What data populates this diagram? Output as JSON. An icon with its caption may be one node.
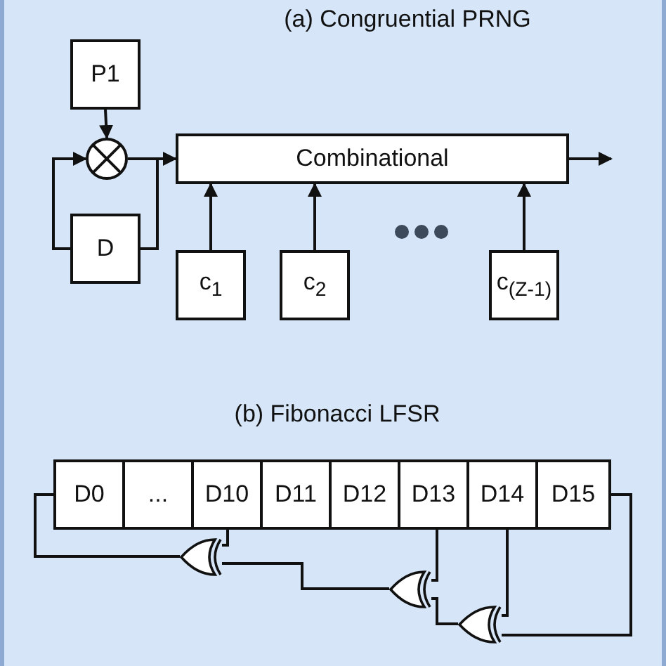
{
  "diagram": {
    "title": "(a) Congruential PRNG",
    "nodes": [
      {
        "text": [
          "P1"
        ]
      },
      {
        "text": [],
        "shape": "circle"
      },
      {
        "text": [
          "D"
        ]
      },
      {
        "text": [
          "Combinational"
        ]
      },
      {
        "text": [
          "c$_{1}$"
        ]
      },
      {
        "text": [
          "c$_{2}$"
        ]
      },
      {
        "text": [
          "c$_{(Z-1)}$"
        ]
      },
      {
        "text": [
          "D0"
        ]
      },
      {
        "text": [
          "..."
        ]
      },
      {
        "text": [
          "D10"
        ]
      },
      {
        "text": [
          "D11"
        ]
      },
      {
        "text": [
          "D12"
        ]
      },
      {
        "text": [
          "D13"
        ]
      },
      {
        "text": [
          "D14"
        ]
      },
      {
        "text": [
          "D15"
        ]
      },
      {
        "text": [],
        "shape": "gate"
      },
      {
        "text": [],
        "shape": "gate"
      },
      {
        "text": [],
        "shape": "gate"
      }
    ],
    "edges": [
      {
        "from": 0,
        "to": 1,
        "arrow": "to"
      },
      {
        "from": 1,
        "to": 2,
        "arrow": "none"
      },
      {
        "from": 2,
        "to": 1,
        "arrow": "to"
      },
      {
        "from": 1,
        "to": 3,
        "arrow": "to"
      },
      {
        "from": 4,
        "to": 3,
        "arrow": "to"
      },
      {
        "from": 5,
        "to": 3,
        "arrow": "to"
      },
      {
        "from": 6,
        "to": 3,
        "arrow": "to"
      },
      {
        "from": 3,
        "to": null,
        "arrow": "to"
      },
      {
        "from": 9,
        "to": 15,
        "arrow": "none"
      },
      {
        "from": 15,
        "to": 7,
        "arrow": "none"
      },
      {
        "from": 16,
        "to": 15,
        "arrow": "none"
      },
      {
        "from": 12,
        "to": 16,
        "arrow": "none"
      },
      {
        "from": 17,
        "to": 16,
        "arrow": "none"
      },
      {
        "from": 13,
        "to": 17,
        "arrow": "none"
      },
      {
        "from": 14,
        "to": 17,
        "arrow": "none"
      }
    ],
    "labels": [
      "(b) Fibonacci LFSR"
    ]
  }
}
